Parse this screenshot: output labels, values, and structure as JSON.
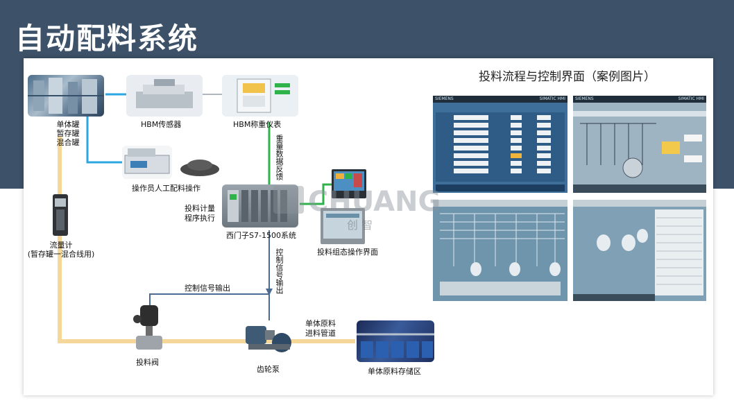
{
  "title": "自动配料系统",
  "case_title": "投料流程与控制界面（案例图片）",
  "labels": {
    "tank_1": "单体罐",
    "tank_2": "暂存罐",
    "tank_3": "混合罐",
    "hbm_sensor": "HBM传感器",
    "hbm_indicator": "HBM称重仪表",
    "manual_op": "操作员人工配料操作",
    "weight_feedback": "重量数据反馈",
    "plc_exec_1": "投料计量",
    "plc_exec_2": "程序执行",
    "plc": "西门子S7-1500系统",
    "hmi": "投料组态操作界面",
    "flowmeter_1": "流量计",
    "flowmeter_2": "(暂存罐一混合线用)",
    "ctrl_out_v": "控制信号输出",
    "ctrl_out_h": "控制信号输出",
    "feed_valve": "投料阀",
    "gear_pump": "齿轮泵",
    "pipe_1": "单体原料",
    "pipe_2": "进料管道",
    "storage": "单体原料存储区"
  },
  "screens": {
    "brand": "SIEMENS",
    "hmi_name": "SIMATIC HMI"
  },
  "watermark": {
    "text": "CHUANG",
    "sub": "创 智"
  },
  "colors": {
    "banner": "#3d5168",
    "blue_line": "#2aa6e0",
    "green_line": "#2db34a",
    "yellow_line": "#f6d79a",
    "signal_line": "#4a6a92"
  }
}
